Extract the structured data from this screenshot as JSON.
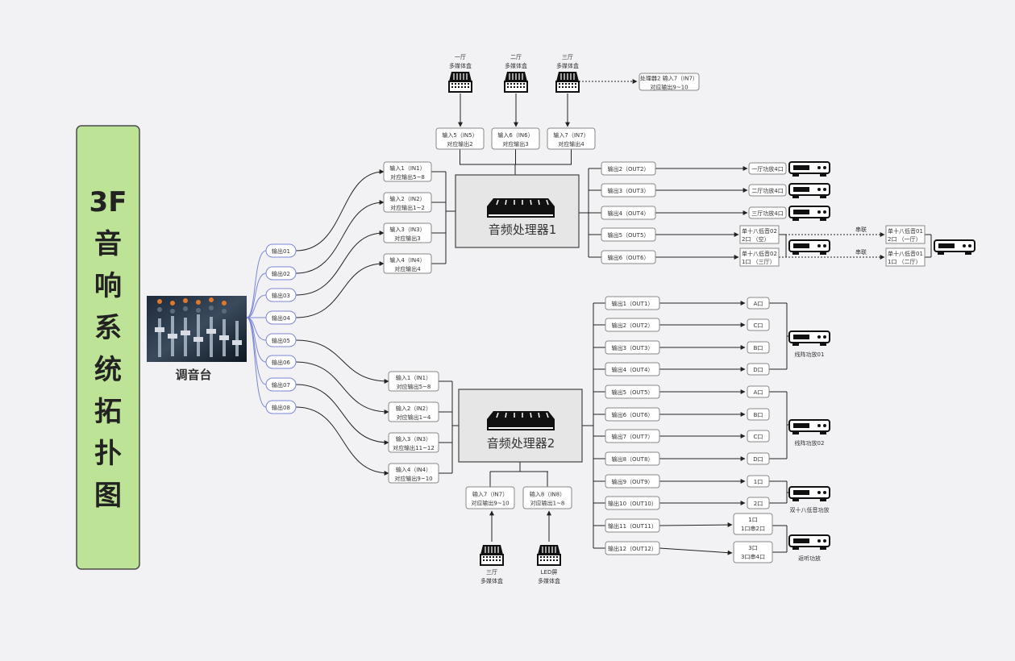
{
  "title": "3F音响系统拓扑图",
  "colors": {
    "title_bg": "#bde396",
    "title_border": "#4a4a4a",
    "pill_border": "#7a86d6",
    "line": "#222222",
    "box_border": "#888888"
  },
  "console": {
    "label": "调音台",
    "outputs": [
      "输出01",
      "输出02",
      "输出03",
      "输出04",
      "输出05",
      "输出06",
      "输出07",
      "输出08"
    ]
  },
  "processor1": {
    "label": "音频处理器1",
    "inputs": [
      {
        "line1": "输入1（IN1）",
        "line2": "对应输出5~8"
      },
      {
        "line1": "输入2（IN2）",
        "line2": "对应输出1~2"
      },
      {
        "line1": "输入3（IN3）",
        "line2": "对应输出3"
      },
      {
        "line1": "输入4（IN4）",
        "line2": "对应输出4"
      }
    ],
    "top_inputs": [
      {
        "line1": "输入5（IN5）",
        "line2": "对应输出2"
      },
      {
        "line1": "输入6（IN6）",
        "line2": "对应输出3"
      },
      {
        "line1": "输入7（IN7）",
        "line2": "对应输出4"
      }
    ],
    "media_boxes": [
      {
        "line1": "一厅",
        "line2": "多媒体盒"
      },
      {
        "line1": "二厅",
        "line2": "多媒体盒"
      },
      {
        "line1": "三厅",
        "line2": "多媒体盒"
      }
    ],
    "note": {
      "line1": "处理器2 输入7（IN7）",
      "line2": "对应输出9~10"
    },
    "outputs": [
      "输出2（OUT2）",
      "输出3（OUT3）",
      "输出4（OUT4）",
      "输出5（OUT5）",
      "输出6（OUT6）"
    ],
    "amp_ports": [
      "一厅功放4口",
      "二厅功放4口",
      "三厅功放4口"
    ],
    "sub_ports": [
      {
        "line1": "单十八低音02",
        "line2": "2口 （空）"
      },
      {
        "line1": "单十八低音02",
        "line2": "1口 （三厅）"
      }
    ],
    "series_label": "串联",
    "sub_ports2": [
      {
        "line1": "单十八低音01",
        "line2": "2口 （一厅）"
      },
      {
        "line1": "单十八低音01",
        "line2": "1口 （二厅）"
      }
    ]
  },
  "processor2": {
    "label": "音频处理器2",
    "inputs": [
      {
        "line1": "输入1（IN1）",
        "line2": "对应输出5~8"
      },
      {
        "line1": "输入2（IN2）",
        "line2": "对应输出1~4"
      },
      {
        "line1": "输入3（IN3）",
        "line2": "对应输出11~12"
      },
      {
        "line1": "输入4（IN4）",
        "line2": "对应输出9~10"
      }
    ],
    "bottom_inputs": [
      {
        "line1": "输入7（IN7）",
        "line2": "对应输出9~10"
      },
      {
        "line1": "输入8（IN8）",
        "line2": "对应输出1~8"
      }
    ],
    "media_boxes": [
      {
        "line1": "三厅",
        "line2": "多媒体盒"
      },
      {
        "line1": "LED屏",
        "line2": "多媒体盒"
      }
    ],
    "outputs": [
      "输出1（OUT1）",
      "输出2（OUT2）",
      "输出3（OUT3）",
      "输出4（OUT4）",
      "输出5（OUT5）",
      "输出6（OUT6）",
      "输出7（OUT7）",
      "输出8（OUT8）",
      "输出9（OUT9）",
      "输出10（OUT10）",
      "输出11（OUT11）",
      "输出12（OUT12）"
    ],
    "ports": [
      "A口",
      "C口",
      "B口",
      "D口",
      "A口",
      "B口",
      "C口",
      "D口",
      "1口",
      "2口"
    ],
    "ports_double": [
      {
        "line1": "1口",
        "line2": "1口串2口"
      },
      {
        "line1": "3口",
        "line2": "3口串4口"
      }
    ],
    "amps": [
      "线阵功放01",
      "线阵功放02",
      "双十八低音功放",
      "返听功放"
    ]
  }
}
